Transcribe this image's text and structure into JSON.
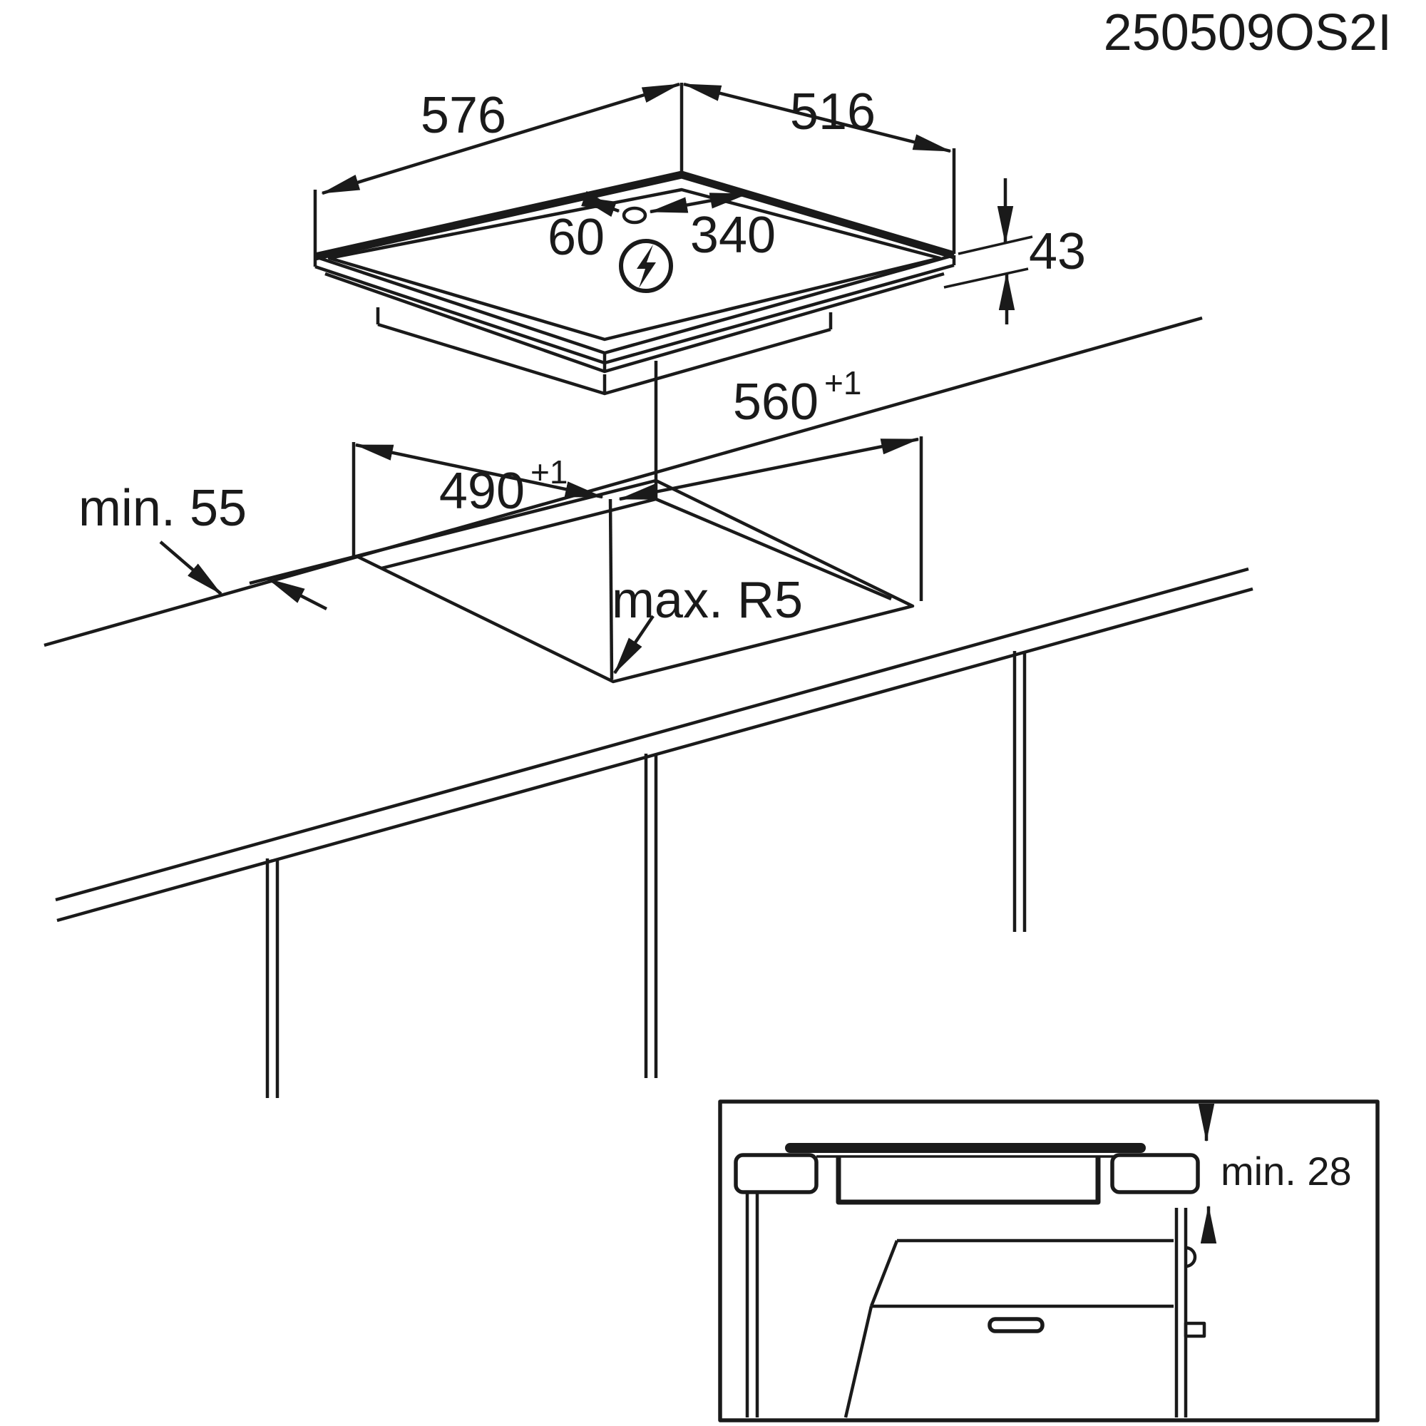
{
  "doc": {
    "background_color": "#ffffff",
    "line_color": "#1a1a1a",
    "part_number": "250509OS2I"
  },
  "hob": {
    "width_label": "576",
    "depth_label": "516",
    "height_label": "43",
    "cable_hole_left_offset_label": "60",
    "cable_hole_right_offset_label": "340",
    "power_icon": "lightning-circle-icon",
    "cable_hole_icon": "cable-hole"
  },
  "worktop": {
    "cutout_depth_label": "490",
    "cutout_depth_tolerance": "+1",
    "cutout_width_label": "560",
    "cutout_width_tolerance": "+1",
    "rear_clearance_label": "min. 55",
    "corner_radius_label": "max. R5"
  },
  "inset": {
    "oven_clearance_label": "min. 28"
  }
}
